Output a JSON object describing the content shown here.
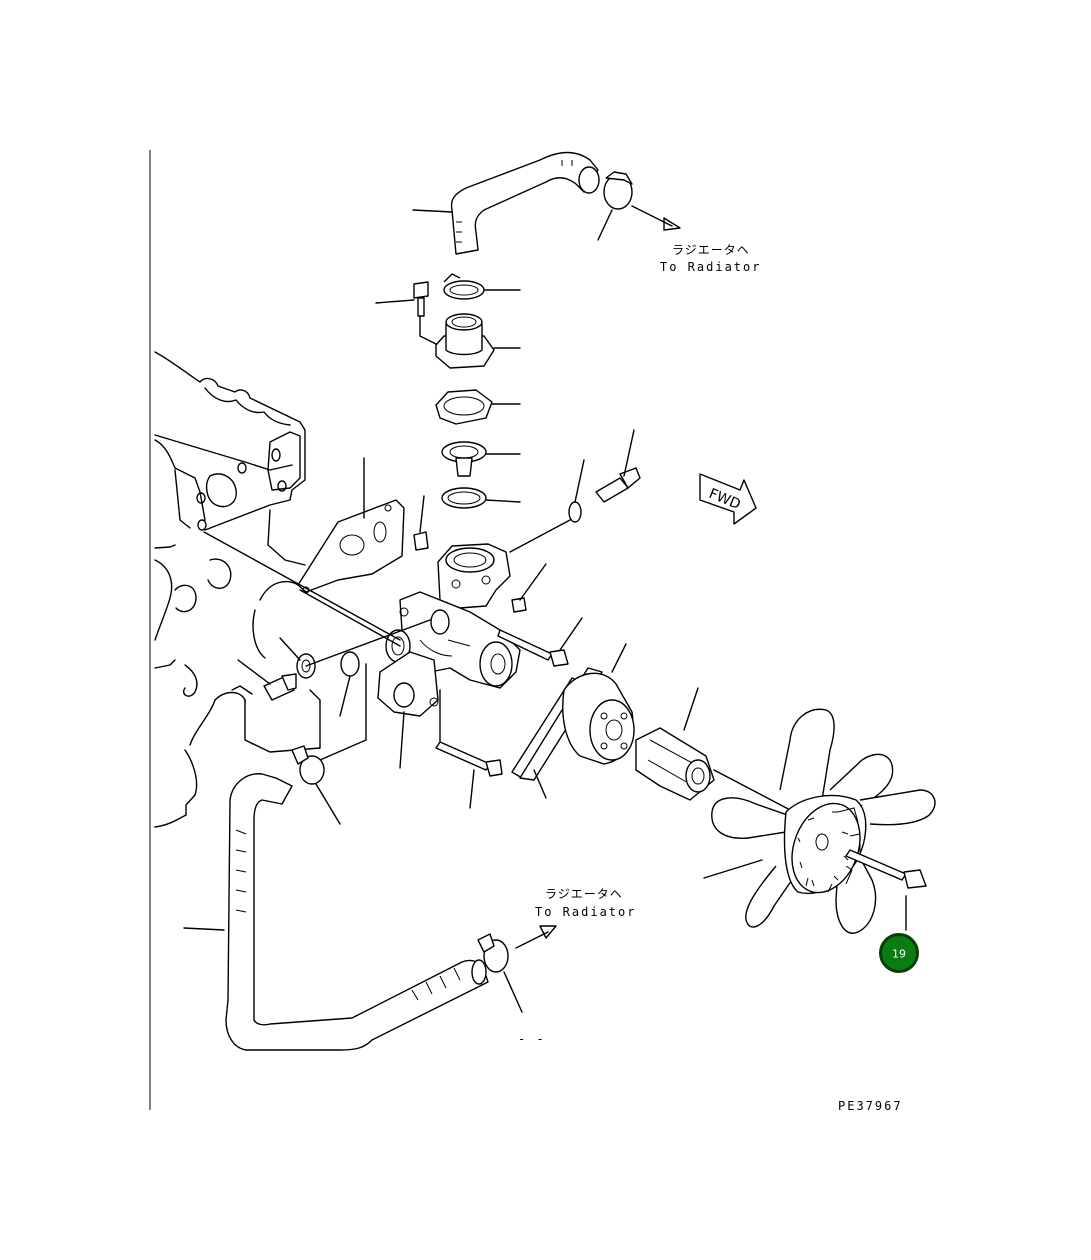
{
  "labels": {
    "to_radiator_jp_top": "ラジエータヘ",
    "to_radiator_en_top": "To Radiator",
    "to_radiator_jp_bottom": "ラジエータヘ",
    "to_radiator_en_bottom": "To Radiator",
    "fwd": "FWD",
    "drawing_number": "PE37967",
    "stray_mark": "- -"
  },
  "callouts": [
    {
      "part_number": "19",
      "highlighted": true
    }
  ],
  "colors": {
    "line": "#000000",
    "badge_fill": "#0a7d12",
    "badge_stroke": "#0b3d0b",
    "badge_text": "#ffffff"
  }
}
